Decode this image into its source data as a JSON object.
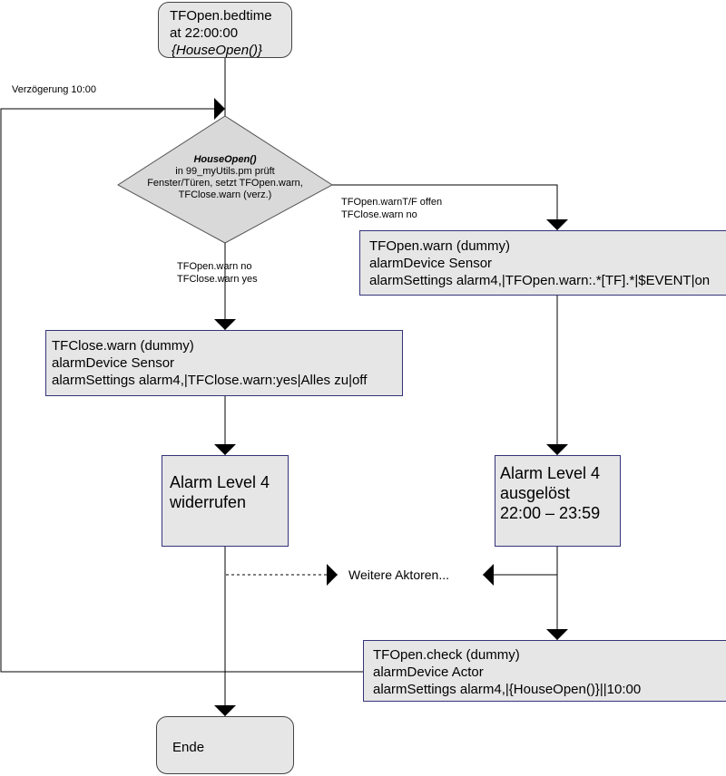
{
  "start": {
    "line1": "TFOpen.bedtime",
    "line2": "at 22:00:00",
    "line3": "{HouseOpen()}"
  },
  "delay_label": "Verzögerung 10:00",
  "decision": {
    "line1": "HouseOpen()",
    "line2": "in 99_myUtils.pm prüft",
    "line3": "Fenster/Türen, setzt TFOpen.warn,",
    "line4": "TFClose.warn (verz.)"
  },
  "branch_right": {
    "line1": "TFOpen.warnT/F offen",
    "line2": "TFClose.warn no"
  },
  "branch_down": {
    "line1": "TFOpen.warn no",
    "line2": "TFClose.warn yes"
  },
  "tfopen_warn": {
    "line1": "TFOpen.warn (dummy)",
    "line2": "alarmDevice Sensor",
    "line3": "alarmSettings alarm4,|TFOpen.warn:.*[TF].*|$EVENT|on"
  },
  "tfclose_warn": {
    "line1": "TFClose.warn (dummy)",
    "line2": "alarmDevice Sensor",
    "line3": "alarmSettings alarm4,|TFClose.warn:yes|Alles zu|off"
  },
  "alarm_revoked": {
    "line1": "Alarm Level 4",
    "line2": "widerrufen"
  },
  "alarm_triggered": {
    "line1": "Alarm Level 4",
    "line2": "ausgelöst",
    "line3": "22:00 – 23:59"
  },
  "more_actors": "Weitere Aktoren...",
  "tfopen_check": {
    "line1": "TFOpen.check (dummy)",
    "line2": "alarmDevice Actor",
    "line3": "alarmSettings alarm4,|{HouseOpen()}||10:00"
  },
  "end": "Ende",
  "colors": {
    "box_fill": "#e6e6e6",
    "box_border": "#34347a",
    "line": "#000000"
  }
}
